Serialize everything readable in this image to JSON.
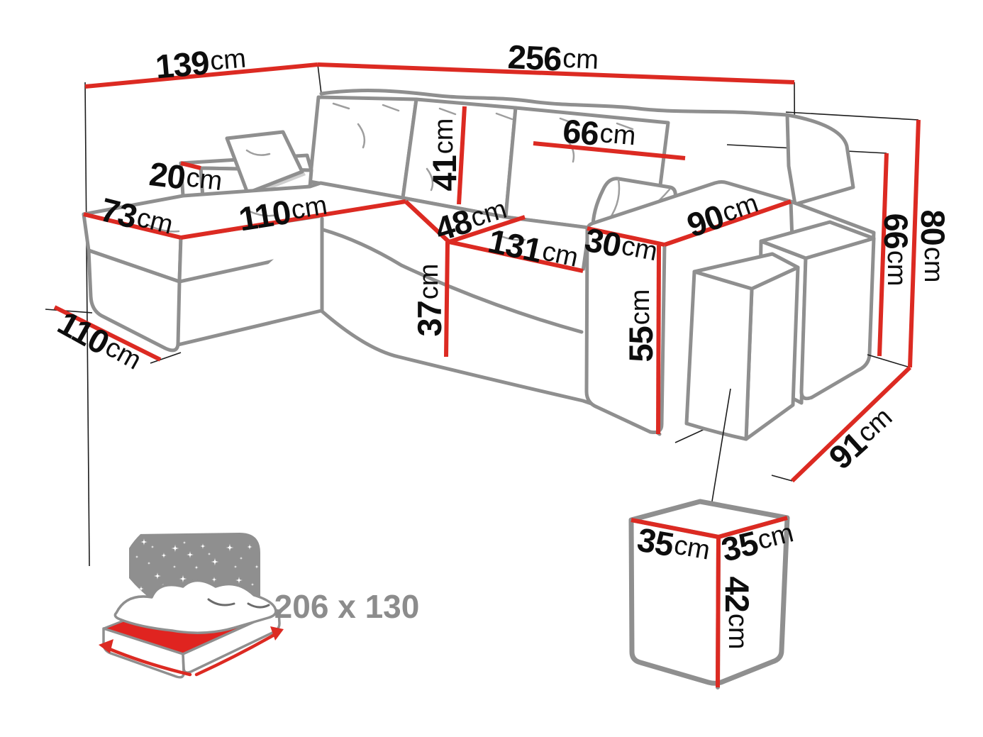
{
  "title": "Corner sofa with sleeping function - dimension diagram",
  "unit": "cm",
  "colors": {
    "dimension_red": "#dc2a22",
    "sofa_outline_gray": "#8f8f8f",
    "label_black": "#0d0d0d",
    "icon_gray": "#8c8c8c",
    "mattress_red": "#e02420"
  },
  "dimensions": {
    "back_width_left": {
      "value": "139",
      "unit": "cm"
    },
    "back_width_main": {
      "value": "256",
      "unit": "cm"
    },
    "side_backrest_height": {
      "value": "20",
      "unit": "cm"
    },
    "chaise_front_width": {
      "value": "73",
      "unit": "cm"
    },
    "chaise_seat_length": {
      "value": "110",
      "unit": "cm"
    },
    "back_cushion_height": {
      "value": "41",
      "unit": "cm"
    },
    "back_cushion_width": {
      "value": "66",
      "unit": "cm"
    },
    "seat_depth": {
      "value": "48",
      "unit": "cm"
    },
    "seat_length": {
      "value": "131",
      "unit": "cm"
    },
    "armrest_width": {
      "value": "30",
      "unit": "cm"
    },
    "armrest_depth": {
      "value": "90",
      "unit": "cm"
    },
    "seat_height": {
      "value": "37",
      "unit": "cm"
    },
    "armrest_height": {
      "value": "55",
      "unit": "cm"
    },
    "total_height": {
      "value": "80",
      "unit": "cm"
    },
    "backrest_height": {
      "value": "66",
      "unit": "cm"
    },
    "side_depth": {
      "value": "91",
      "unit": "cm"
    },
    "chaise_floor_depth": {
      "value": "110",
      "unit": "cm"
    },
    "pouf_width": {
      "value": "35",
      "unit": "cm"
    },
    "pouf_depth": {
      "value": "35",
      "unit": "cm"
    },
    "pouf_height": {
      "value": "42",
      "unit": "cm"
    }
  },
  "bed": {
    "sleeping_area": "206 x 130"
  }
}
